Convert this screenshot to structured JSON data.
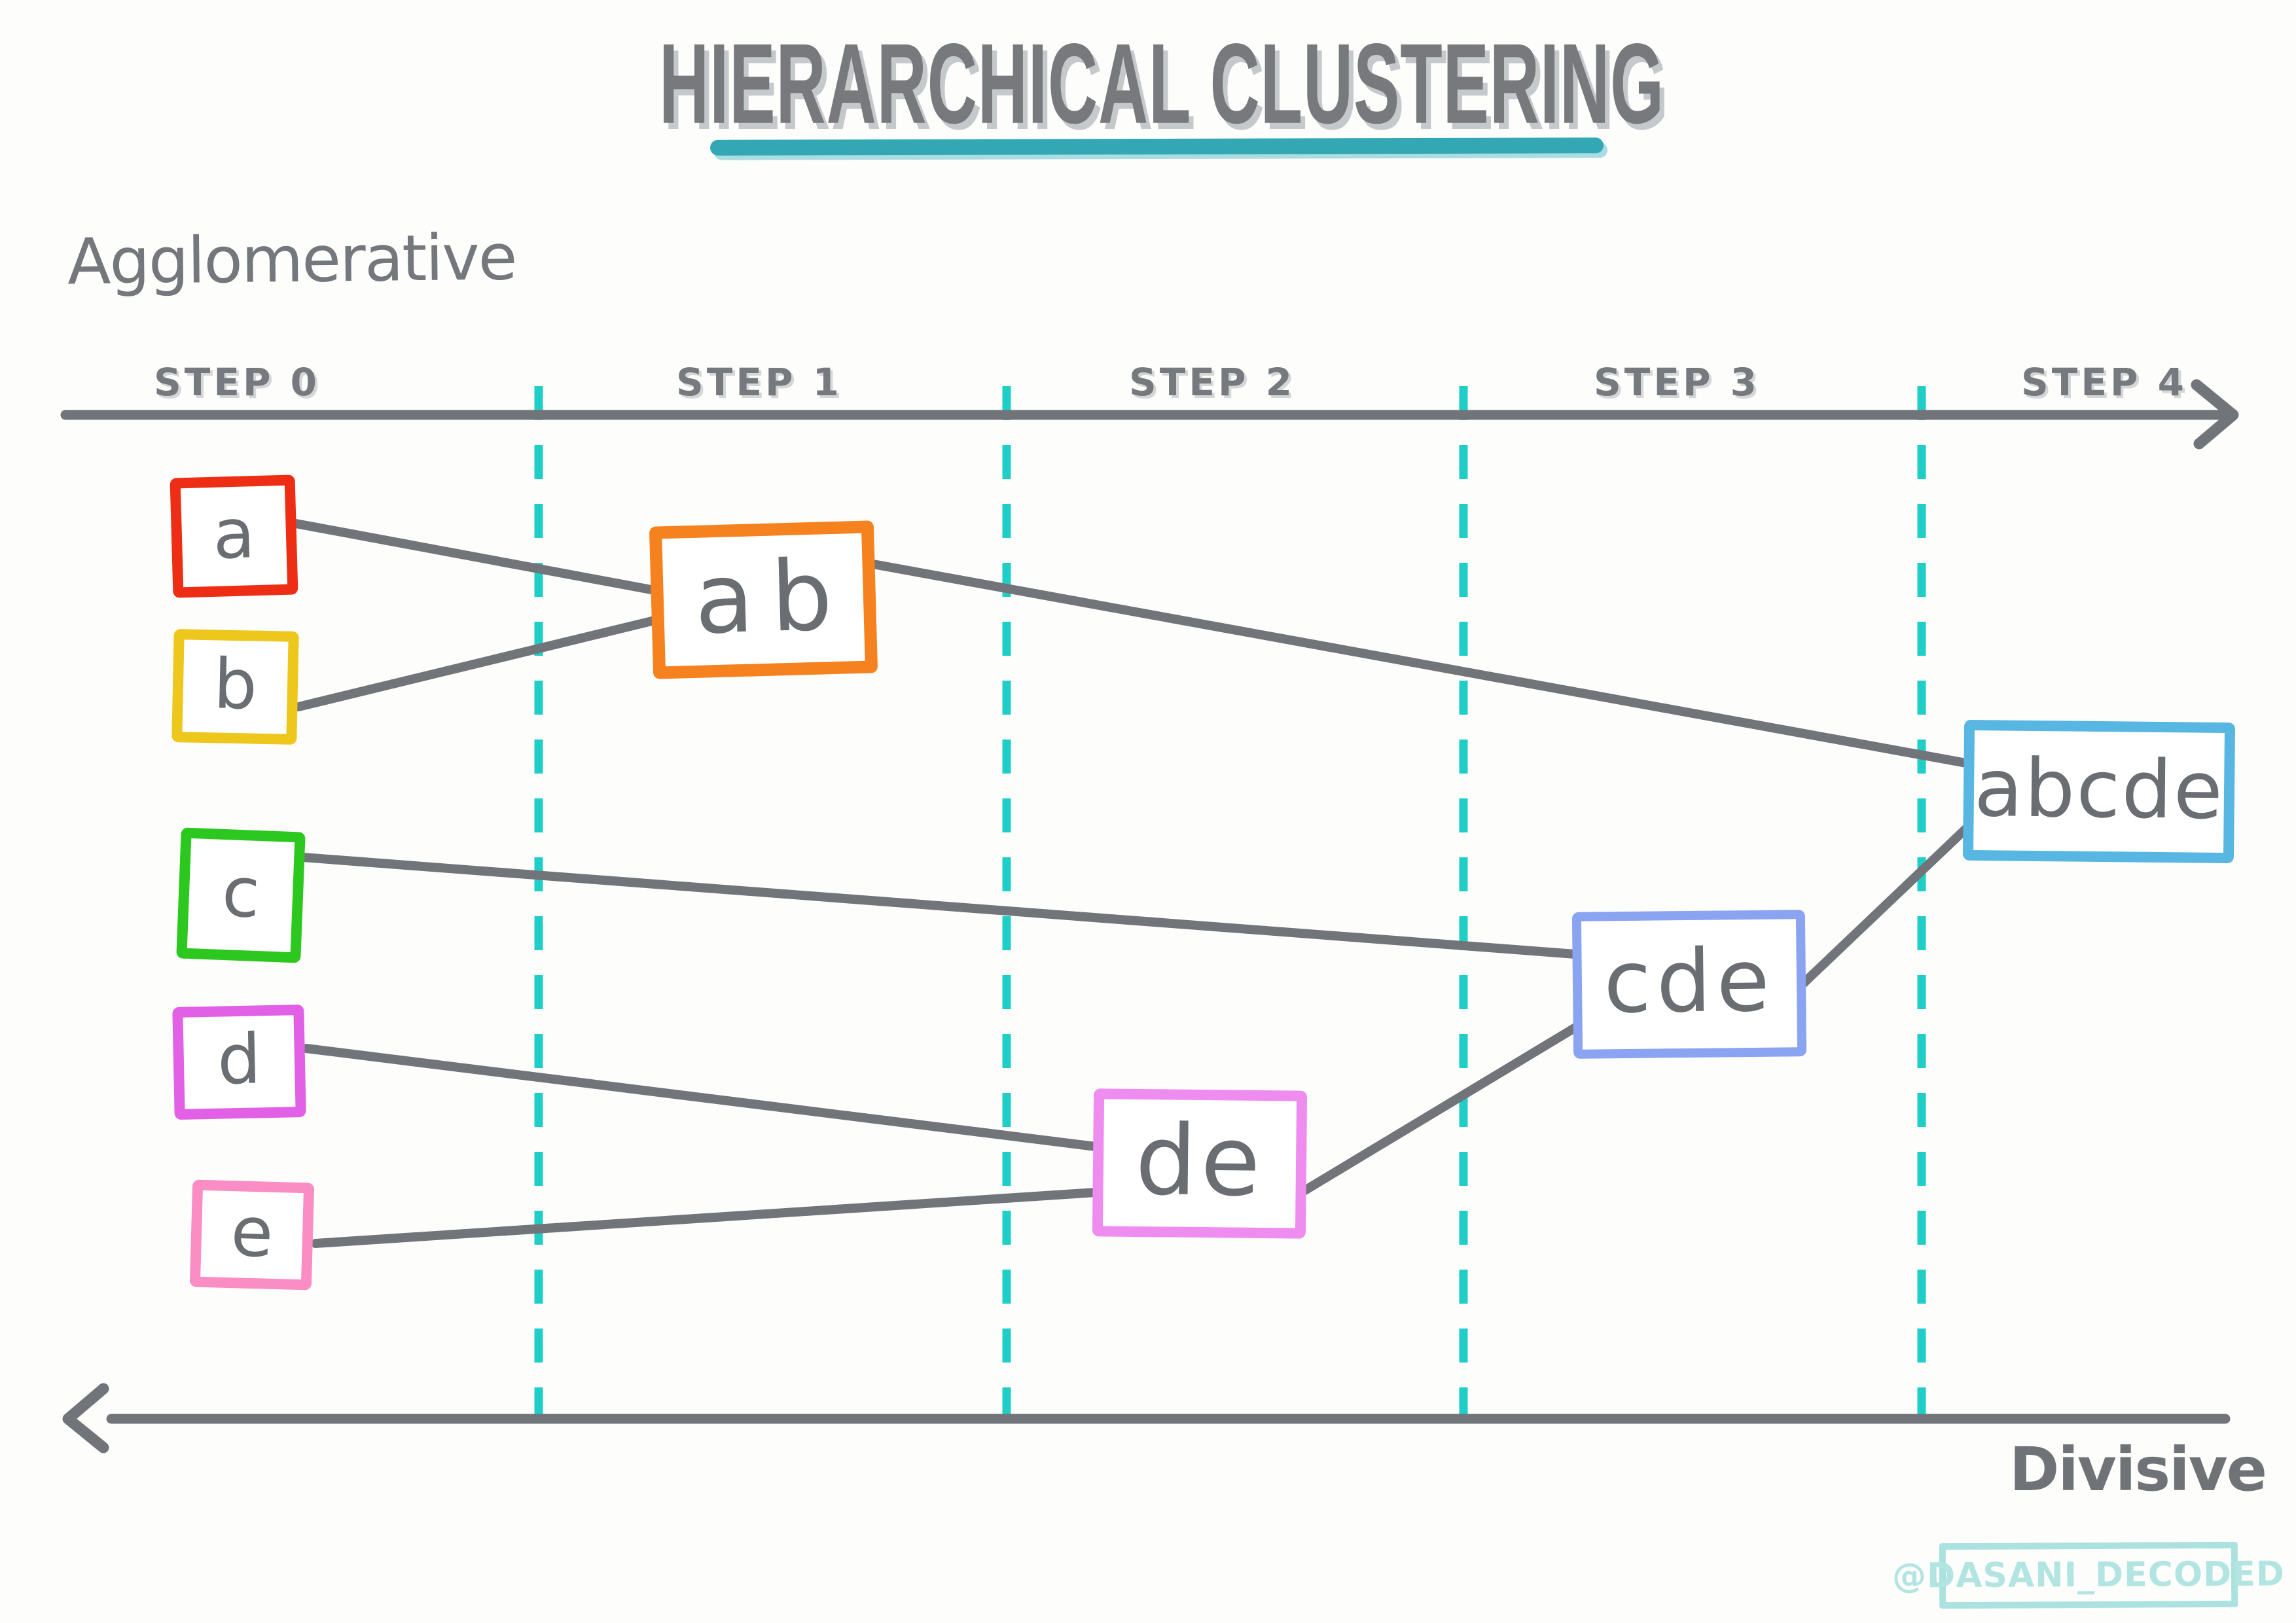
{
  "title": {
    "text": "HIERARCHICAL CLUSTERING"
  },
  "methods": {
    "agglomerative": "Agglomerative",
    "divisive": "Divisive"
  },
  "timeline": {
    "steps": [
      "STEP 0",
      "STEP 1",
      "STEP 2",
      "STEP 3",
      "STEP 4"
    ],
    "direction_top": "agglomerative (left to right)",
    "direction_bottom": "divisive (right to left)"
  },
  "nodes": [
    {
      "id": "a",
      "label": "a",
      "color": "#ed2d14",
      "step": 0
    },
    {
      "id": "b",
      "label": "b",
      "color": "#edc71b",
      "step": 0
    },
    {
      "id": "c",
      "label": "c",
      "color": "#2dc81f",
      "step": 0
    },
    {
      "id": "d",
      "label": "d",
      "color": "#e160e6",
      "step": 0
    },
    {
      "id": "e",
      "label": "e",
      "color": "#f98dc4",
      "step": 0
    },
    {
      "id": "ab",
      "label": "ab",
      "color": "#f5821f",
      "step": 1
    },
    {
      "id": "de",
      "label": "de",
      "color": "#ef8cf0",
      "step": 2
    },
    {
      "id": "cde",
      "label": "cde",
      "color": "#8ba4f1",
      "step": 3
    },
    {
      "id": "abcde",
      "label": "abcde",
      "color": "#58b6e3",
      "step": 4
    }
  ],
  "edges": [
    {
      "from": "a",
      "to": "ab"
    },
    {
      "from": "b",
      "to": "ab"
    },
    {
      "from": "ab",
      "to": "abcde"
    },
    {
      "from": "c",
      "to": "cde"
    },
    {
      "from": "d",
      "to": "de"
    },
    {
      "from": "e",
      "to": "de"
    },
    {
      "from": "de",
      "to": "cde"
    },
    {
      "from": "cde",
      "to": "abcde"
    }
  ],
  "watermark": {
    "text": "@DASANI_DECODED"
  },
  "colors": {
    "ink_gray": "#71757a",
    "text_gray": "#6a6e72",
    "step_label_gray": "#76797d",
    "divider_teal": "#1fcfc7",
    "underline_teal": "#33a8b4",
    "watermark_teal": "#b2e5e2",
    "background": "#fdfdfc"
  }
}
